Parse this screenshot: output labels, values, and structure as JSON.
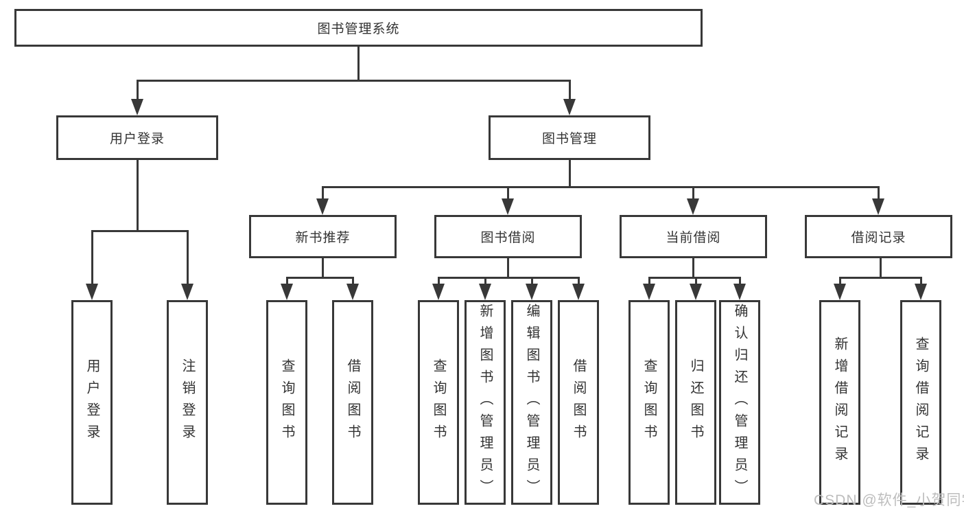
{
  "colors": {
    "line": "#383838",
    "text": "#333333",
    "watermark": "#bdbdbd",
    "background": "#ffffff"
  },
  "watermark": "CSDN @软件_小贺同学",
  "tree": {
    "root": {
      "label": "图书管理系统",
      "children": [
        {
          "label": "用户登录",
          "children": [
            {
              "label": "用户登录"
            },
            {
              "label": "注销登录"
            }
          ]
        },
        {
          "label": "图书管理",
          "children": [
            {
              "label": "新书推荐",
              "children": [
                {
                  "label": "查询图书"
                },
                {
                  "label": "借阅图书"
                }
              ]
            },
            {
              "label": "图书借阅",
              "children": [
                {
                  "label": "查询图书"
                },
                {
                  "label": "新增图书（管理员）"
                },
                {
                  "label": "编辑图书（管理员）"
                },
                {
                  "label": "借阅图书"
                }
              ]
            },
            {
              "label": "当前借阅",
              "children": [
                {
                  "label": "查询图书"
                },
                {
                  "label": "归还图书"
                },
                {
                  "label": "确认归还（管理员）"
                }
              ]
            },
            {
              "label": "借阅记录",
              "children": [
                {
                  "label": "新增借阅记录"
                },
                {
                  "label": "查询借阅记录"
                }
              ]
            }
          ]
        }
      ]
    }
  }
}
